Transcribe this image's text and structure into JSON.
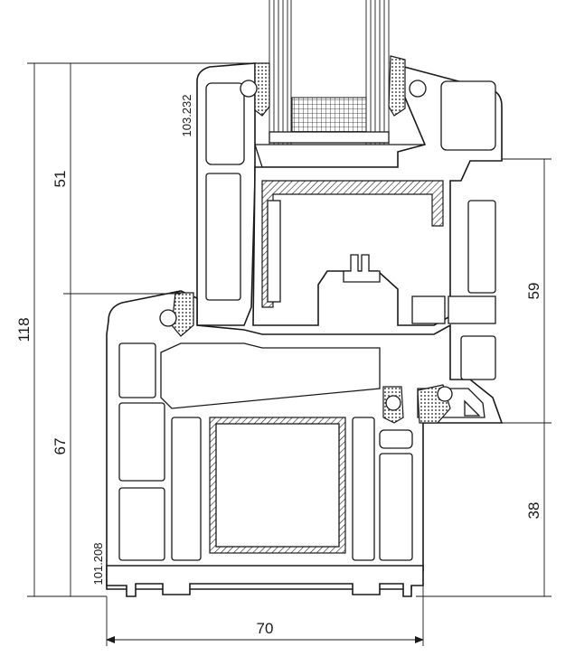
{
  "dimensions": {
    "total_height": "118",
    "upper_height": "51",
    "lower_height": "67",
    "sash_height": "59",
    "frame_height": "38",
    "total_width": "70"
  },
  "profile_codes": {
    "sash": "103.232",
    "frame": "101.208"
  },
  "colors": {
    "ink": "#1a1a1a",
    "background": "#ffffff"
  }
}
